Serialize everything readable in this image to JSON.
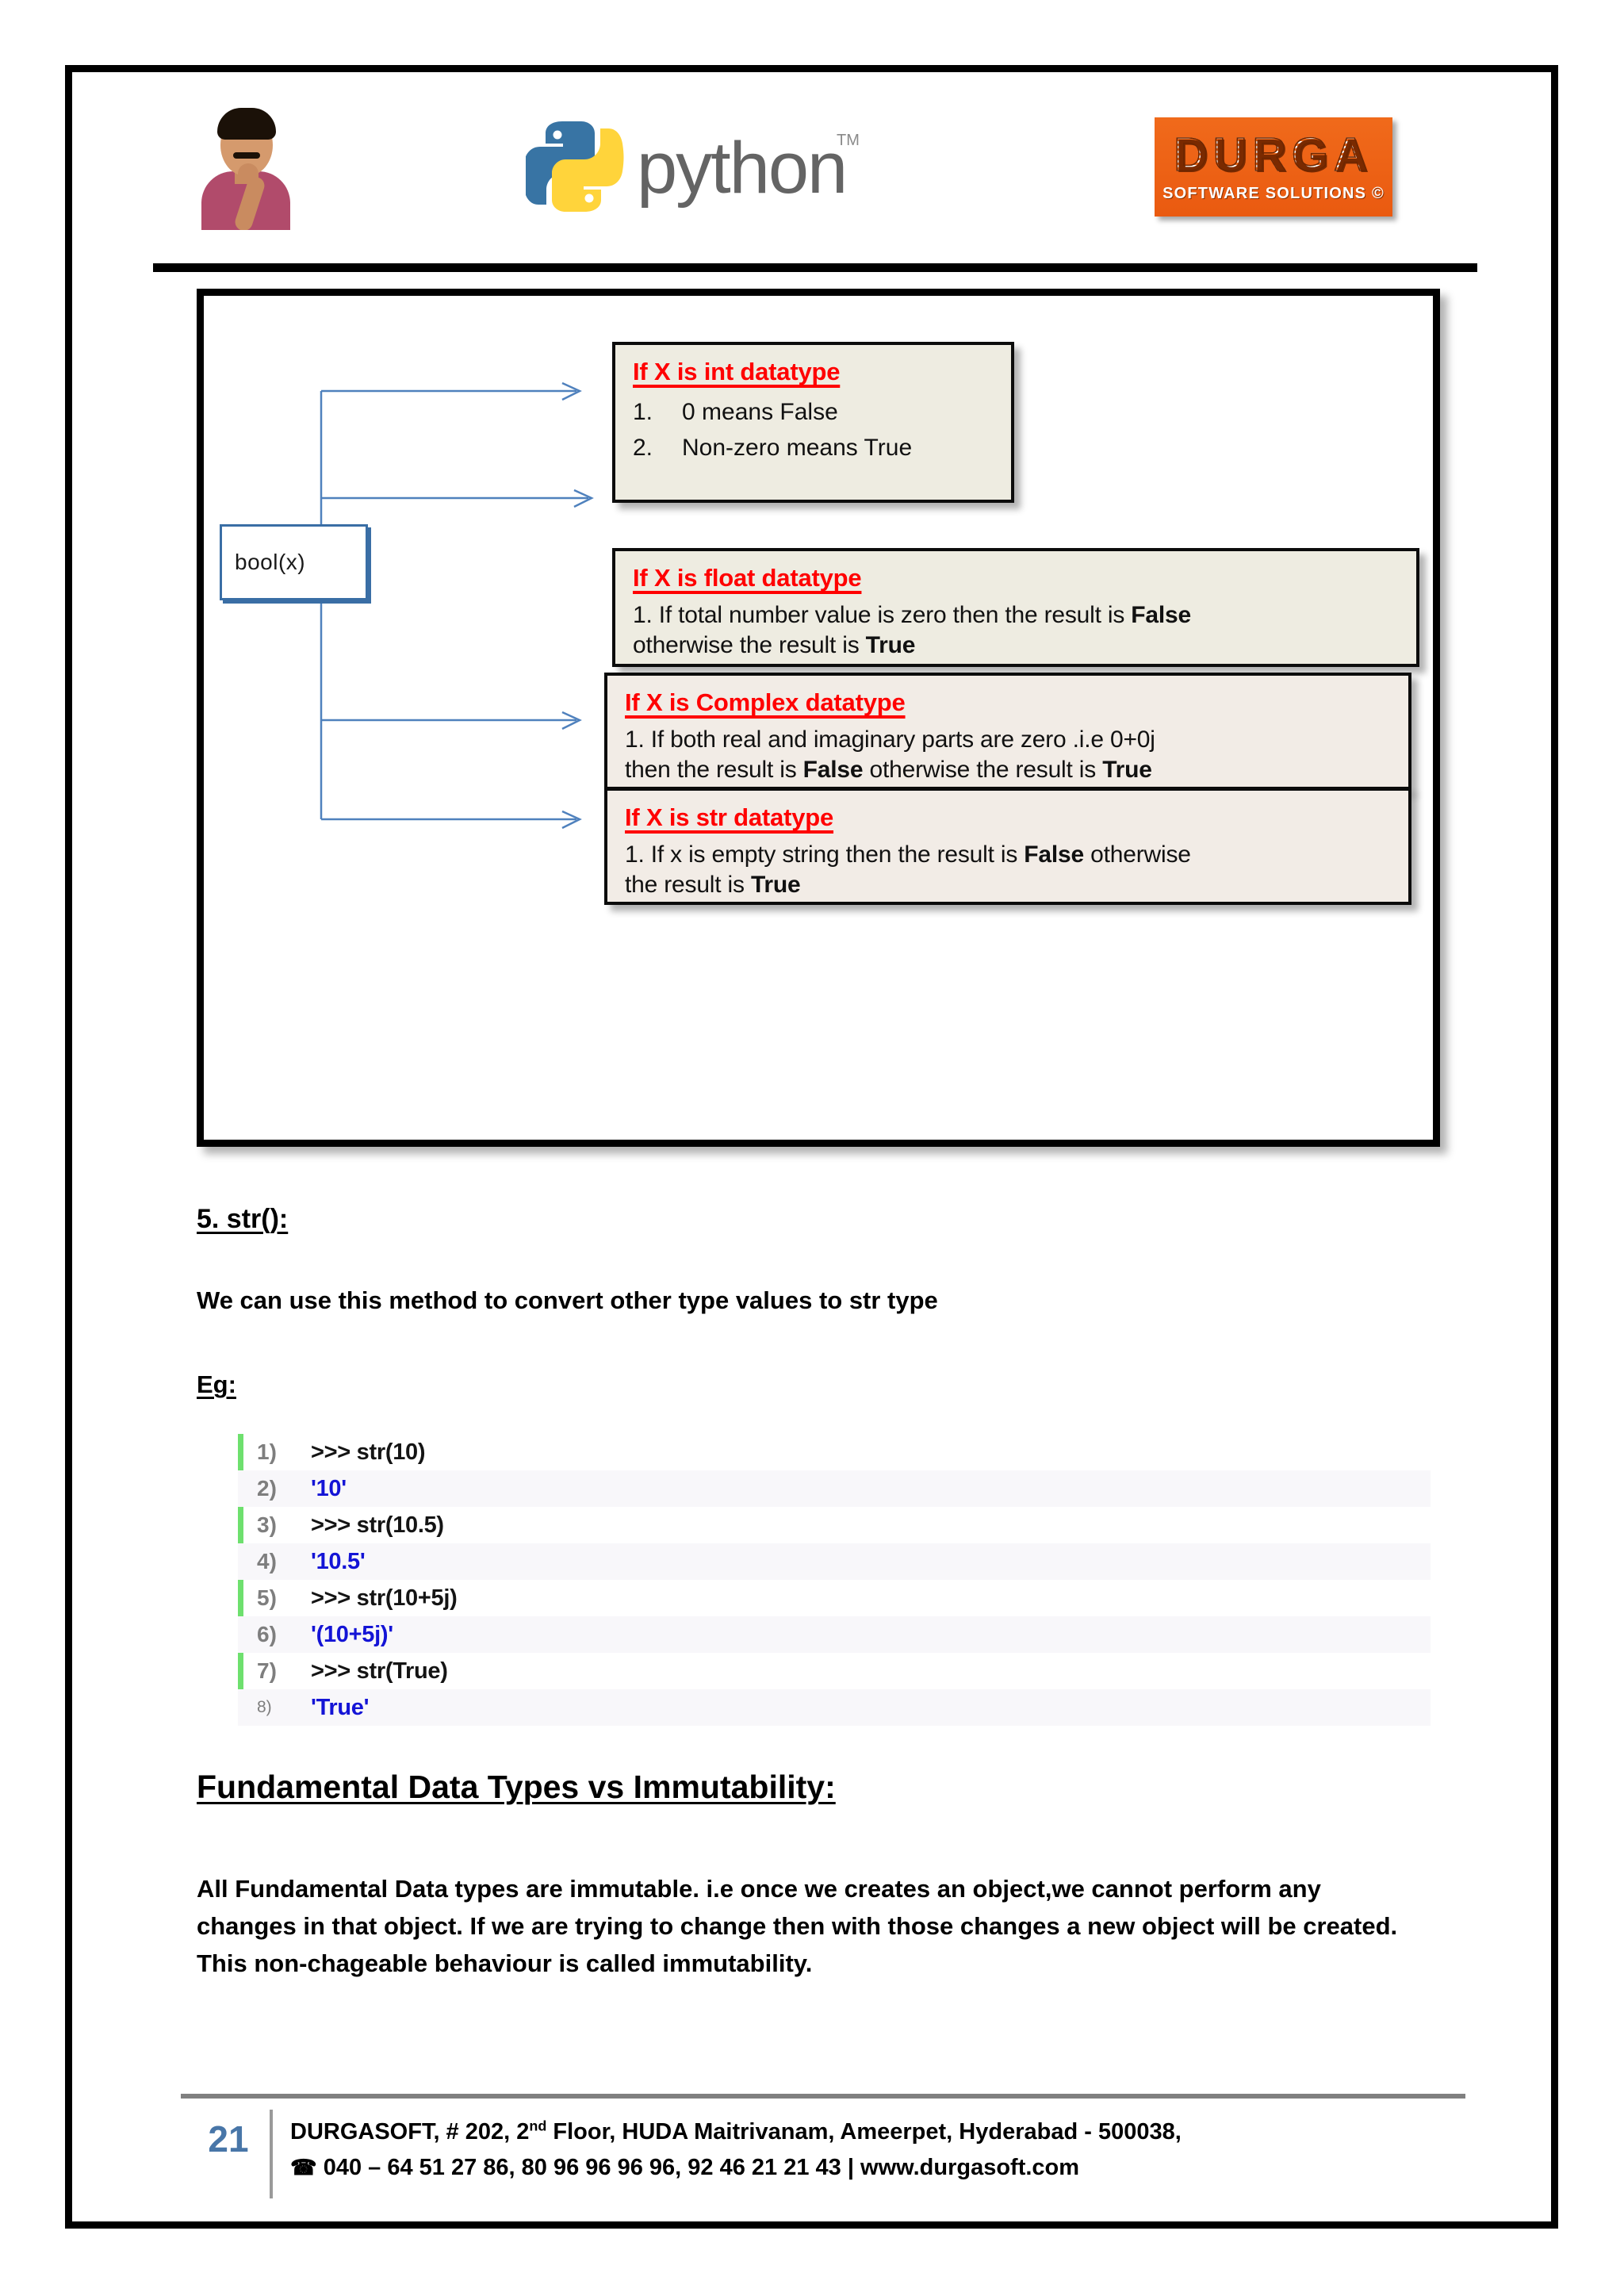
{
  "header": {
    "mentor_photo_alt": "mentor-portrait",
    "python_logo_text": "python",
    "python_trademark": "TM",
    "durga_logo": {
      "word": "DURGA",
      "subtitle": "SOFTWARE SOLUTIONS ©"
    }
  },
  "diagram": {
    "root_label": "bool(x)",
    "boxes": [
      {
        "title": "If X is int datatype",
        "items": [
          {
            "num": "1.",
            "text": "0 means False"
          },
          {
            "num": "2.",
            "text": "Non-zero means True"
          }
        ]
      },
      {
        "title": "If X is float datatype",
        "line_a": "1. If total number value is zero then the result is ",
        "bold_a": "False",
        "line_b": "otherwise the result is ",
        "bold_b": "True"
      },
      {
        "title": "If X is Complex datatype",
        "line_a": "1. If both real and imaginary parts are zero .i.e 0+0j",
        "line_b_pre": "then the result is ",
        "bold_a": "False",
        "line_b_mid": " otherwise the result is ",
        "bold_b": "True"
      },
      {
        "title": "If X is str datatype",
        "line_a": "1. If  x is empty string then the result is ",
        "bold_a": "False",
        "line_a_post": " otherwise",
        "line_b": "the result is ",
        "bold_b": "True"
      }
    ]
  },
  "section_str": {
    "title": "5. str():",
    "description": "We can use this method to convert other type values to str type",
    "eg_label": "Eg:"
  },
  "code": {
    "rail_color": "#6ee06e",
    "output_color": "#1414d6",
    "lines": [
      {
        "num": "1)",
        "text": ">>> str(10)",
        "kind": "input"
      },
      {
        "num": "2)",
        "text": "'10'",
        "kind": "output"
      },
      {
        "num": "3)",
        "text": ">>> str(10.5)",
        "kind": "input"
      },
      {
        "num": "4)",
        "text": "'10.5'",
        "kind": "output"
      },
      {
        "num": "5)",
        "text": ">>> str(10+5j)",
        "kind": "input"
      },
      {
        "num": "6)",
        "text": "'(10+5j)'",
        "kind": "output"
      },
      {
        "num": "7)",
        "text": ">>> str(True)",
        "kind": "input"
      },
      {
        "num": "8)",
        "text": "'True'",
        "kind": "output"
      }
    ]
  },
  "section_immutability": {
    "title": "Fundamental Data Types vs Immutability:",
    "paragraph": "All Fundamental Data types are immutable. i.e once we creates an object,we cannot perform any changes in that object. If we are trying to change then with those changes a new object will be created. This non-chageable behaviour is called immutability."
  },
  "footer": {
    "page_number": "21",
    "address_pre": "DURGASOFT, # 202, 2",
    "address_sup": "nd",
    "address_post": " Floor, HUDA Maitrivanam, Ameerpet, Hyderabad - 500038,",
    "phone_icon": "☎",
    "contact": " 040 – 64 51 27 86, 80 96 96 96 96, 92 46 21 21 43 | www.durgasoft.com"
  }
}
